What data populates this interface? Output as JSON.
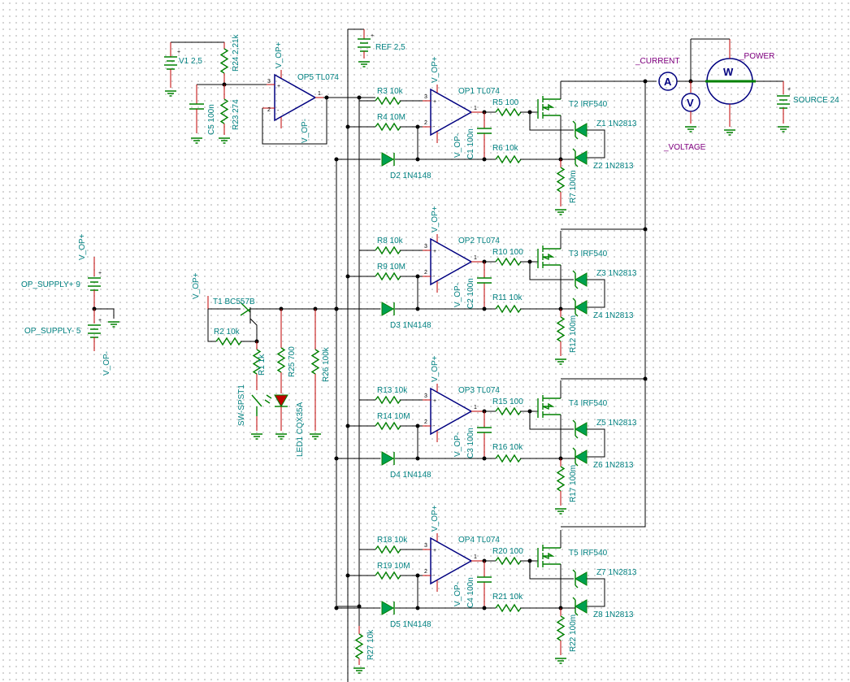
{
  "components": {
    "v1": "V1 2,5",
    "ref": "REF 2,5",
    "source": "SOURCE 24",
    "r24": "R24 2,21k",
    "r23": "R23 274",
    "c5": "C5 100n",
    "op5": "OP5 TL074",
    "op_supply_pos": "OP_SUPPLY+ 9",
    "op_supply_neg": "OP_SUPPLY- 5",
    "t1": "T1 BC557B",
    "r2": "R2 10k",
    "r1": "R1 1k",
    "r25": "R25 700",
    "r26": "R26 100k",
    "led1": "LED1 CQX35A",
    "sw": "SW-SPST1",
    "r27": "R27 10k",
    "channels": [
      {
        "ra": "R3 10k",
        "rb": "R4 10M",
        "op": "OP1 TL074",
        "c": "C1 100n",
        "rg": "R5 100",
        "rf": "R6 10k",
        "t": "T2 IRF540",
        "za": "Z1 1N2813",
        "zb": "Z2 1N2813",
        "rs": "R7 100m",
        "d": "D2 1N4148"
      },
      {
        "ra": "R8 10k",
        "rb": "R9 10M",
        "op": "OP2 TL074",
        "c": "C2 100n",
        "rg": "R10 100",
        "rf": "R11 10k",
        "t": "T3 IRF540",
        "za": "Z3 1N2813",
        "zb": "Z4 1N2813",
        "rs": "R12 100m",
        "d": "D3 1N4148"
      },
      {
        "ra": "R13 10k",
        "rb": "R14 10M",
        "op": "OP3 TL074",
        "c": "C3 100n",
        "rg": "R15 100",
        "rf": "R16 10k",
        "t": "T4 IRF540",
        "za": "Z5 1N2813",
        "zb": "Z6 1N2813",
        "rs": "R17 100m",
        "d": "D4 1N4148"
      },
      {
        "ra": "R18 10k",
        "rb": "R19 10M",
        "op": "OP4 TL074",
        "c": "C4 100n",
        "rg": "R20 100",
        "rf": "R21 10k",
        "t": "T5 IRF540",
        "za": "Z7 1N2813",
        "zb": "Z8 1N2813",
        "rs": "R22 100m",
        "d": "D5 1N4148"
      }
    ]
  },
  "nets": {
    "v_op_pos": "V_OP+",
    "v_op_neg": "V_OP-"
  },
  "pins": {
    "one": "1",
    "two": "2",
    "three": "3",
    "plus": "+",
    "minus": "-"
  },
  "meters": {
    "current_label": "_CURRENT",
    "voltage_label": "_VOLTAGE",
    "power_label": "_POWER",
    "ammeter_symbol": "A",
    "voltmeter_symbol": "V",
    "wattmeter_symbol": "W"
  }
}
